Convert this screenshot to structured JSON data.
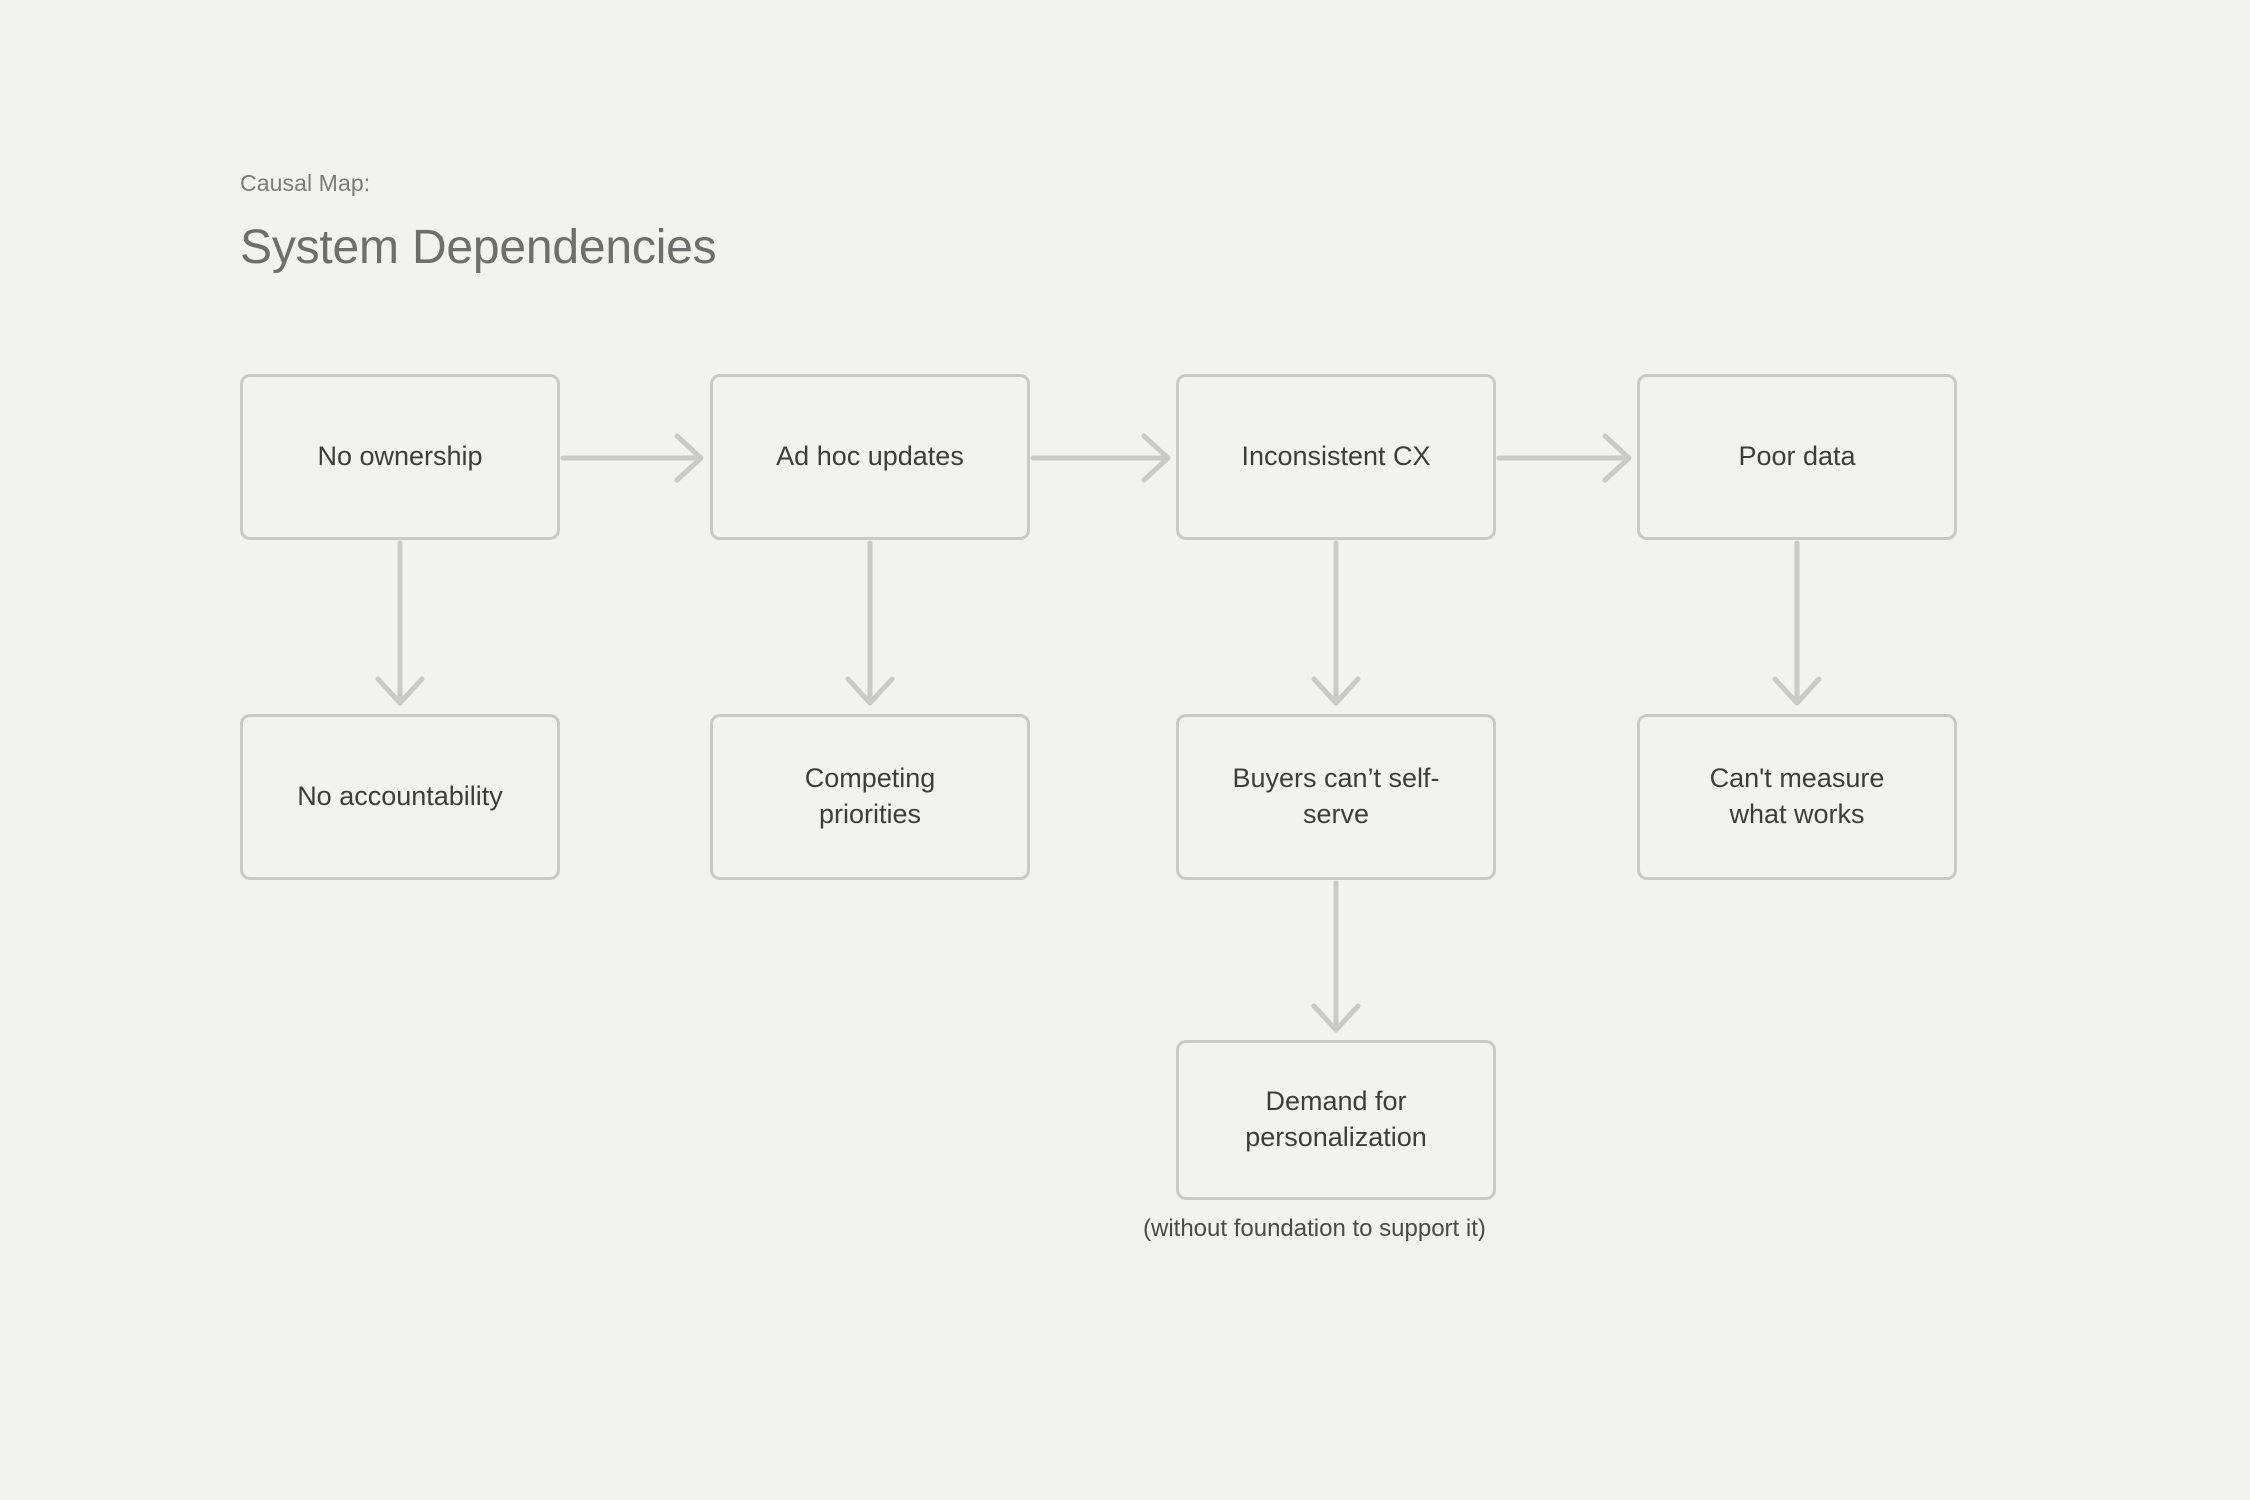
{
  "header": {
    "eyebrow": "Causal Map:",
    "title": "System Dependencies"
  },
  "diagram": {
    "type": "causal-map",
    "nodes": [
      {
        "id": "no-ownership",
        "label": "No ownership",
        "row": 1,
        "col": 1
      },
      {
        "id": "ad-hoc-updates",
        "label": "Ad hoc updates",
        "row": 1,
        "col": 2
      },
      {
        "id": "inconsistent-cx",
        "label": "Inconsistent CX",
        "row": 1,
        "col": 3
      },
      {
        "id": "poor-data",
        "label": "Poor data",
        "row": 1,
        "col": 4
      },
      {
        "id": "no-accountability",
        "label": "No accountability",
        "row": 2,
        "col": 1
      },
      {
        "id": "competing-priorities",
        "label": "Competing priorities",
        "row": 2,
        "col": 2
      },
      {
        "id": "buyers-cant-self-serve",
        "label": "Buyers can’t self-serve",
        "row": 2,
        "col": 3
      },
      {
        "id": "cant-measure",
        "label": "Can't measure what works",
        "row": 2,
        "col": 4
      },
      {
        "id": "demand-personalization",
        "label": "Demand for personalization",
        "row": 3,
        "col": 3
      }
    ],
    "edges": [
      {
        "from": "no-ownership",
        "to": "ad-hoc-updates",
        "direction": "right"
      },
      {
        "from": "ad-hoc-updates",
        "to": "inconsistent-cx",
        "direction": "right"
      },
      {
        "from": "inconsistent-cx",
        "to": "poor-data",
        "direction": "right"
      },
      {
        "from": "no-ownership",
        "to": "no-accountability",
        "direction": "down"
      },
      {
        "from": "ad-hoc-updates",
        "to": "competing-priorities",
        "direction": "down"
      },
      {
        "from": "inconsistent-cx",
        "to": "buyers-cant-self-serve",
        "direction": "down"
      },
      {
        "from": "poor-data",
        "to": "cant-measure",
        "direction": "down"
      },
      {
        "from": "buyers-cant-self-serve",
        "to": "demand-personalization",
        "direction": "down"
      }
    ],
    "caption": "(without foundation to support it)"
  },
  "colors": {
    "background": "#f2f2f1",
    "node_border": "#c9c9c8",
    "edge": "#cacac9",
    "node_text": "#3d3d3d",
    "title_text": "#6e6e6e",
    "eyebrow_text": "#7b7b7b"
  }
}
